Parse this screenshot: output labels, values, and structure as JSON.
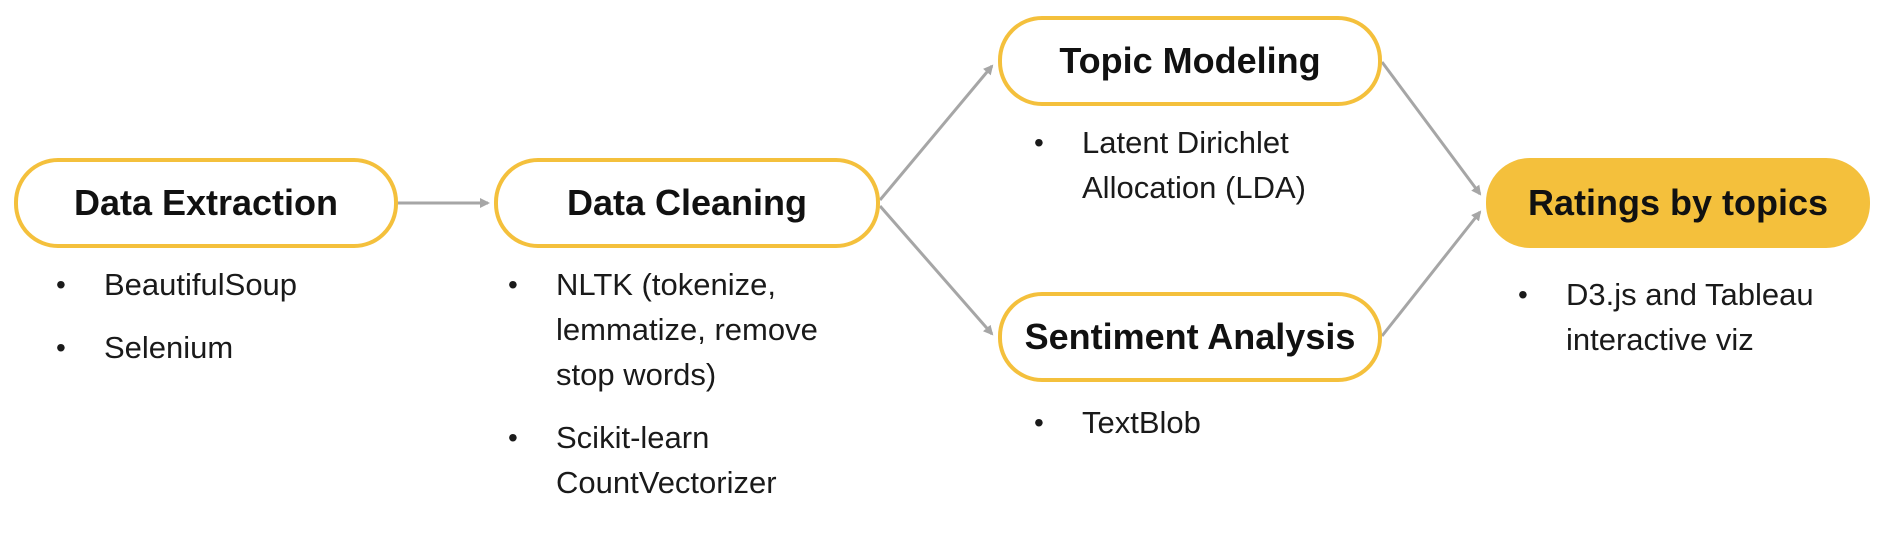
{
  "colors": {
    "accent": "#f4c03c",
    "arrow": "#a6a6a6",
    "text": "#111111"
  },
  "nodes": {
    "extraction": {
      "label": "Data Extraction",
      "bullets": [
        "BeautifulSoup",
        "Selenium"
      ]
    },
    "cleaning": {
      "label": "Data Cleaning",
      "bullets": [
        "NLTK (tokenize, lemmatize, remove stop words)",
        "Scikit-learn CountVectorizer"
      ]
    },
    "topic": {
      "label": "Topic Modeling",
      "bullets": [
        "Latent Dirichlet Allocation (LDA)"
      ]
    },
    "sentiment": {
      "label": "Sentiment Analysis",
      "bullets": [
        "TextBlob"
      ]
    },
    "ratings": {
      "label": "Ratings by topics",
      "bullets": [
        "D3.js and Tableau interactive viz"
      ]
    }
  }
}
